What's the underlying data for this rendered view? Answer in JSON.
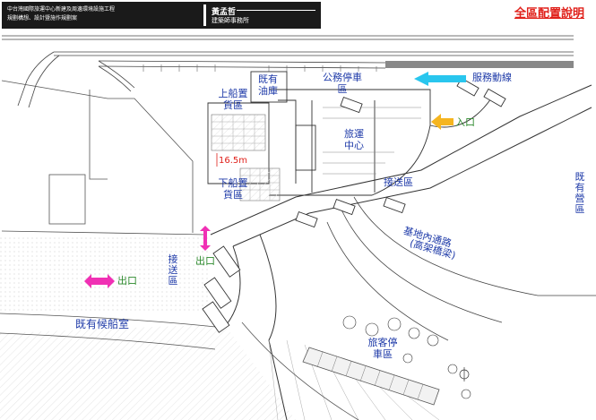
{
  "header": {
    "project_line1": "中台灣國際旅運中心新建及周邊環境設施工程",
    "project_line2": "規劃構想、設計暨施作規劃案",
    "architect": "黃孟哲",
    "firm": "建築師事務所"
  },
  "title": "全區配置說明",
  "labels": {
    "existing_oil_depot": "既有油庫",
    "public_parking": "公務停車區",
    "service_lane": "服務動線",
    "entrance": "入口",
    "boarding_cargo": "上船置貨區",
    "terminal_center": "旅運中心",
    "dimension": "16.5m",
    "disembark_cargo": "下船置貨區",
    "pickup_zone_east": "接送區",
    "existing_camp": "既有營區",
    "base_road": "基地內通路",
    "elevated_bridge": "(高架橋梁)",
    "pickup_zone_west": "接送區",
    "exit_center": "出口",
    "exit_west": "出口",
    "existing_waiting_room": "既有候船室",
    "passenger_parking": "旅客停車區"
  },
  "colors": {
    "label_blue": "#1e3aa8",
    "title_red": "#e0201a",
    "exit_green": "#2e8a2e",
    "arrow_cyan": "#29c6ee",
    "arrow_yellow": "#f5b520",
    "arrow_magenta": "#f030b4"
  }
}
